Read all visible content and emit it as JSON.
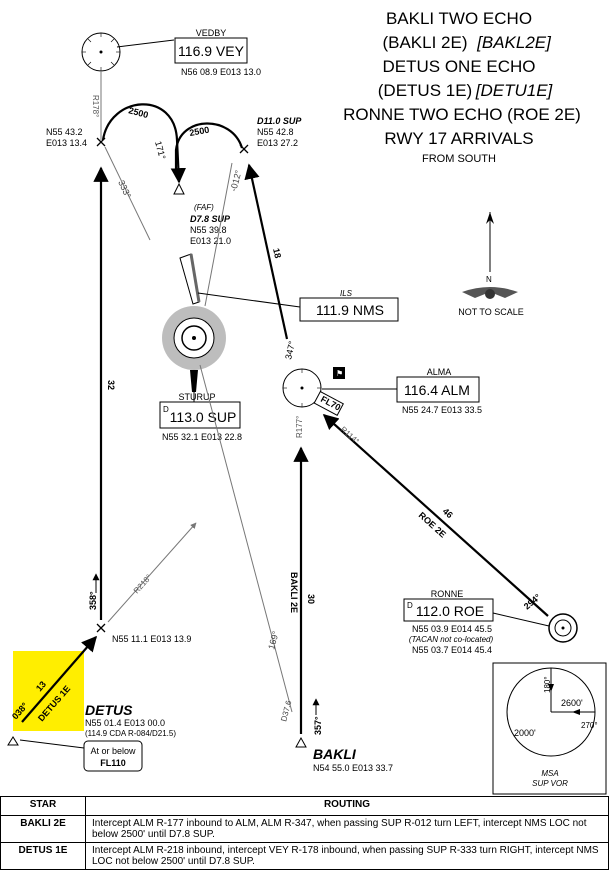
{
  "title": {
    "line1": "BAKLI TWO ECHO",
    "line2a": "(BAKLI 2E)",
    "line2b": "[BAKL2E]",
    "line3": "DETUS ONE ECHO",
    "line4a": "(DETUS 1E)",
    "line4b": "[DETU1E]",
    "line5": "RONNE TWO ECHO (ROE 2E)",
    "line6": "RWY 17 ARRIVALS",
    "line7": "FROM SOUTH"
  },
  "north": {
    "letter": "N",
    "note": "NOT TO SCALE"
  },
  "navaids": {
    "vedby": {
      "name": "VEDBY",
      "freq": "116.9 VEY",
      "coords": "N56 08.9 E013 13.0"
    },
    "alma": {
      "name": "ALMA",
      "freq": "116.4 ALM",
      "coords": "N55 24.7 E013 33.5"
    },
    "sturup": {
      "name": "STURUP",
      "d": "D",
      "freq": "113.0 SUP",
      "coords": "N55 32.1 E013 22.8"
    },
    "ronne": {
      "name": "RONNE",
      "d": "D",
      "freq": "112.0 ROE",
      "coords1": "N55 03.9 E014 45.5",
      "note": "(TACAN not co-located)",
      "coords2": "N55 03.7 E014 45.4"
    },
    "ils": {
      "label": "ILS",
      "freq": "111.9 NMS"
    }
  },
  "fixes": {
    "vey_fix": {
      "coords1": "N55 43.2",
      "coords2": "E013 13.4"
    },
    "d11": {
      "label": "D11.0 SUP",
      "coords1": "N55 42.8",
      "coords2": "E013 27.2"
    },
    "d78": {
      "faf": "(FAF)",
      "label": "D7.8 SUP",
      "coords1": "N55 39.8",
      "coords2": "E013 21.0"
    },
    "r218_fix": {
      "coords": "N55 11.1 E013 13.9"
    },
    "detus": {
      "name": "DETUS",
      "coords": "N55 01.4 E013 00.0",
      "note": "(114.9 CDA R-084/D21.5)",
      "alt_label": "At or below",
      "alt_value": "FL110"
    },
    "bakli": {
      "name": "BAKLI",
      "coords": "N54 55.0 E013 33.7"
    }
  },
  "route_labels": {
    "r178": "R178°",
    "hold_left_alt": "2500",
    "hold_right_alt": "2500",
    "c171": "171°",
    "c333": "333°",
    "c012": "-012°",
    "dist18": "18",
    "c347": "347°",
    "fl70": "FL70",
    "r177": "R177°",
    "r114": "R114°",
    "dist46": "46",
    "roe2e": "ROE 2E",
    "c294": "294°",
    "dist32": "32",
    "c358": "358°",
    "r218": "R218°",
    "bakli2e": "BAKLI 2E",
    "dist30": "30",
    "c169": "169°",
    "d376": "D37.6",
    "c357": "357°",
    "c038": "038°",
    "dist13": "13",
    "detus1e": "DETUS 1E"
  },
  "msa": {
    "label1": "MSA",
    "label2": "SUP VOR",
    "alt_ne": "2600'",
    "alt_w": "2000'",
    "brg_top": "180°",
    "brg_right": "270°"
  },
  "routing_table": {
    "header_star": "STAR",
    "header_routing": "ROUTING",
    "rows": [
      {
        "star": "BAKLI 2E",
        "routing": "Intercept ALM R-177 inbound to ALM, ALM R-347, when passing SUP R-012 turn LEFT, intercept NMS LOC not below 2500' until D7.8 SUP."
      },
      {
        "star": "DETUS 1E",
        "routing": "Intercept ALM R-218 inbound, intercept VEY R-178 inbound, when passing SUP R-333 turn RIGHT, intercept NMS LOC not below 2500' until D7.8 SUP."
      }
    ]
  },
  "colors": {
    "highlight": "#ffee00",
    "sturup_disc": "#c0c0c0"
  }
}
